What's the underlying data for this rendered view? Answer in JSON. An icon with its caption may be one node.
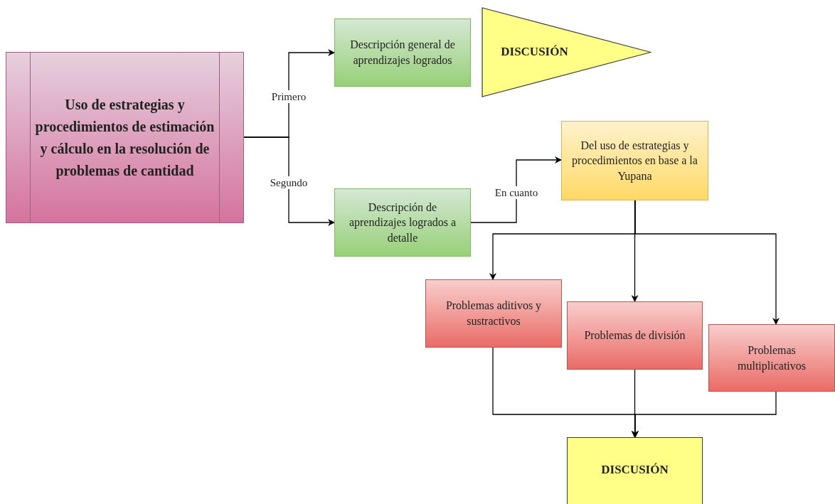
{
  "diagram": {
    "nodes": [
      {
        "text": [
          "Uso de estrategias y procedimientos de estimación y cálculo en la resolución de problemas de cantidad"
        ]
      },
      {
        "text": [
          "Descripción general de aprendizajes logrados"
        ]
      },
      {
        "text": [
          "DISCUSIÓN"
        ]
      },
      {
        "text": [
          "Descripción de aprendizajes logrados a detalle"
        ]
      },
      {
        "text": [
          "Del uso de estrategias y procedimientos en base a la Yupana"
        ]
      },
      {
        "text": [
          "Problemas aditivos y sustractivos"
        ]
      },
      {
        "text": [
          "Problemas de división"
        ]
      },
      {
        "text": [
          "Problemas multiplicativos"
        ]
      },
      {
        "text": [
          "DISCUSIÓN"
        ]
      }
    ],
    "edges": [
      {
        "from": 0,
        "to": 1,
        "arrow": "to",
        "label": "Primero"
      },
      {
        "from": 0,
        "to": 3,
        "arrow": "to",
        "label": "Segundo"
      },
      {
        "from": 3,
        "to": 4,
        "arrow": "to",
        "label": "En cuanto"
      },
      {
        "from": 4,
        "to": 5,
        "arrow": "to"
      },
      {
        "from": 4,
        "to": 6,
        "arrow": "to"
      },
      {
        "from": 4,
        "to": 7,
        "arrow": "to"
      },
      {
        "from": 5,
        "to": 8,
        "arrow": "to"
      },
      {
        "from": 6,
        "to": 8,
        "arrow": "to"
      },
      {
        "from": 7,
        "to": 8,
        "arrow": "to"
      }
    ]
  }
}
